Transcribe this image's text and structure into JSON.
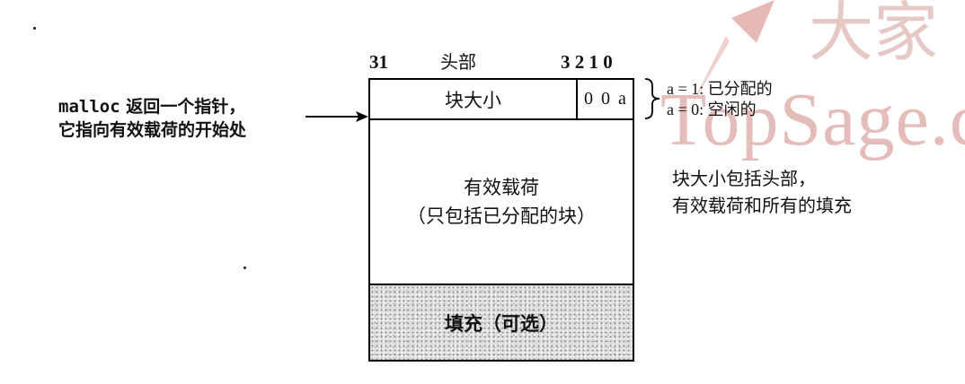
{
  "watermark": {
    "text": "TopSage.c",
    "cjk": "大家",
    "color": "#e2b5b2"
  },
  "header": {
    "bit_high": "31",
    "title": "头部",
    "bits_low": "3 2 1 0"
  },
  "block": {
    "header_row": {
      "size_label": "块大小",
      "flag_bits": "0 0 a"
    },
    "payload": {
      "line1": "有效载荷",
      "line2": "（只包括已分配的块）"
    },
    "padding": {
      "label": "填充（可选）"
    }
  },
  "pointer_note": {
    "code": "malloc",
    "line1_rest": " 返回一个指针，",
    "line2": "它指向有效载荷的开始处"
  },
  "flag_legend": {
    "allocated": "a = 1: 已分配的",
    "free": "a = 0: 空闲的"
  },
  "size_note": {
    "line1": "块大小包括头部，",
    "line2": "有效载荷和所有的填充"
  }
}
